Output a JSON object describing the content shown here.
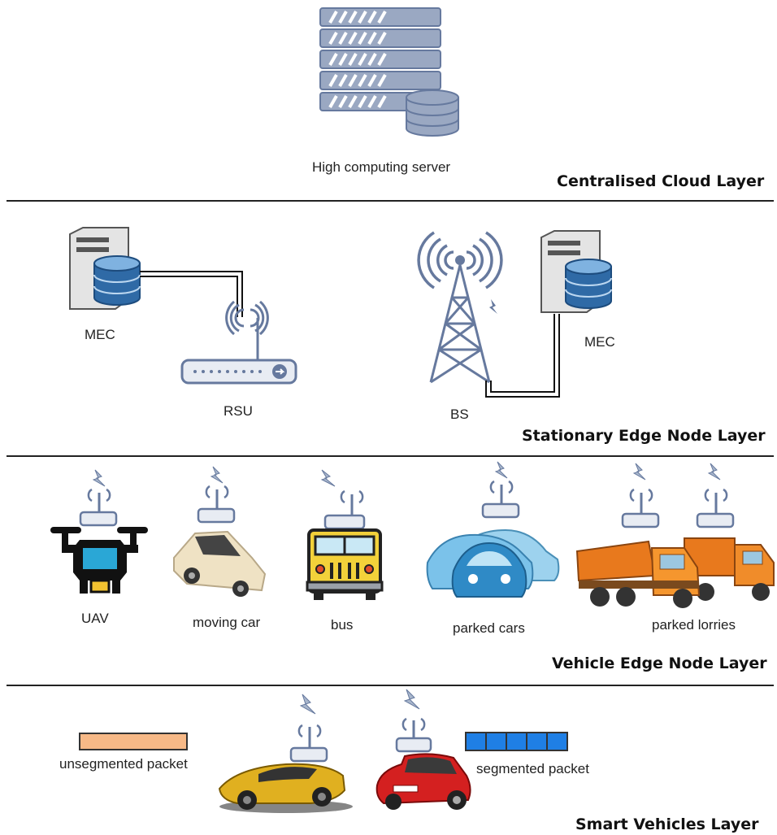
{
  "layers": {
    "cloud": {
      "title": "Centralised Cloud Layer",
      "server_label": "High computing server"
    },
    "stationary": {
      "title": "Stationary Edge Node Layer",
      "mec_left_label": "MEC",
      "rsu_label": "RSU",
      "bs_label": "BS",
      "mec_right_label": "MEC"
    },
    "vehicle": {
      "title": "Vehicle Edge Node Layer",
      "uav_label": "UAV",
      "moving_car_label": "moving car",
      "bus_label": "bus",
      "parked_cars_label": "parked cars",
      "parked_lorries_label": "parked lorries"
    },
    "smart": {
      "title": "Smart Vehicles Layer",
      "unsegmented_label": "unsegmented packet",
      "segmented_label": "segmented packet"
    }
  },
  "colors": {
    "server_fill": "#9aa8c2",
    "server_dark": "#66799e",
    "db_blue": "#2f6aa6",
    "packet_orange": "#f7b987",
    "packet_blue": "#1f7fe5",
    "lorry_orange": "#e8791d",
    "car_yellow": "#e0b020",
    "car_red": "#d42020"
  },
  "icons": [
    "server-rack-icon",
    "database-icon",
    "mec-server-icon",
    "rsu-router-icon",
    "bs-tower-icon",
    "uav-icon",
    "car-icon",
    "bus-icon",
    "lorry-icon",
    "antenna-icon",
    "lightning-icon"
  ]
}
